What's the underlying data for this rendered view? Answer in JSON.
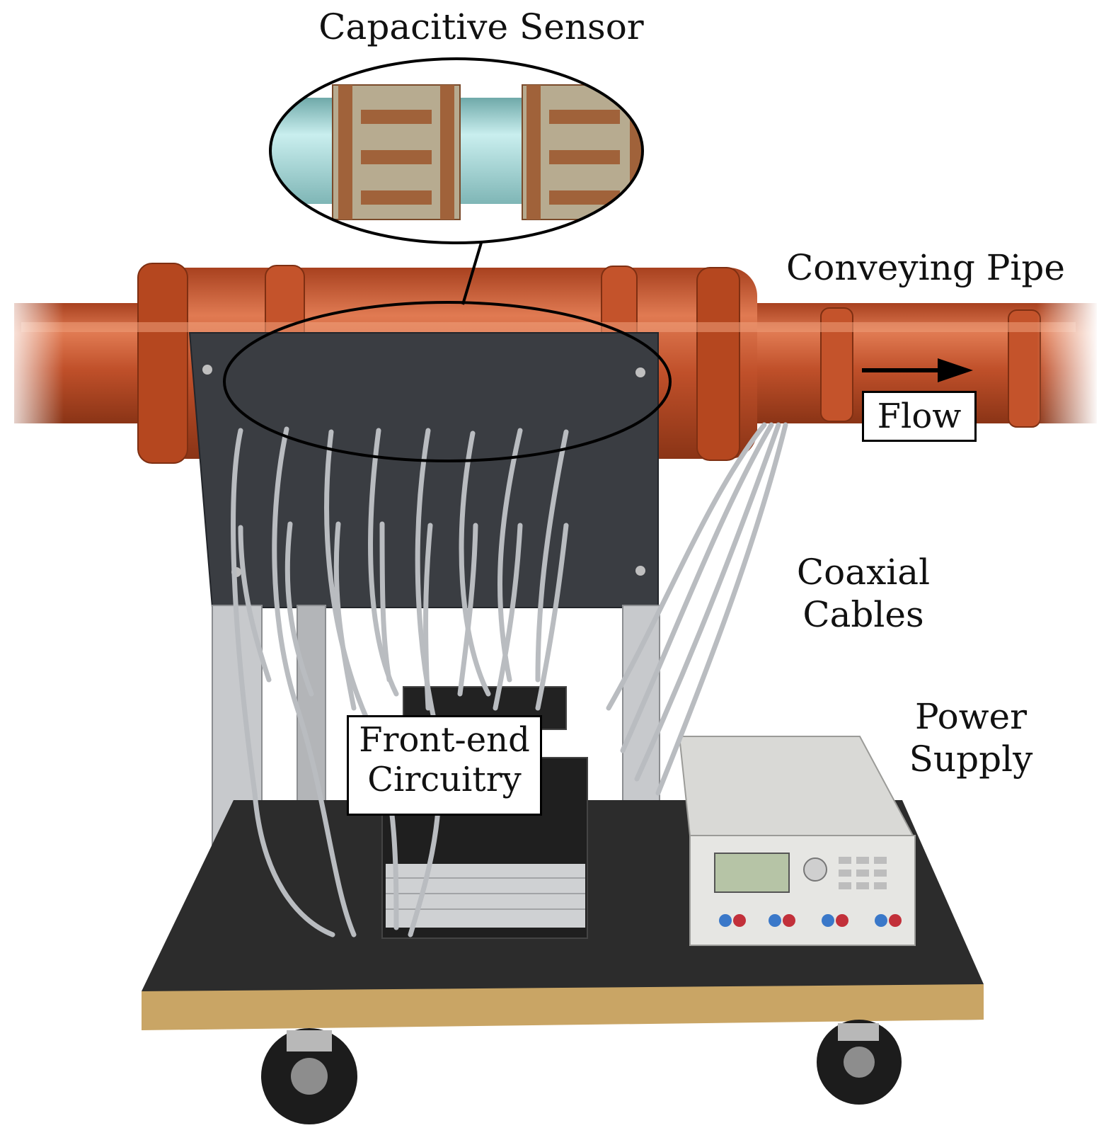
{
  "labels": {
    "capacitive_sensor": "Capacitive Sensor",
    "conveying_pipe": "Conveying Pipe",
    "flow": "Flow",
    "coaxial_cables_line1": "Coaxial",
    "coaxial_cables_line2": "Cables",
    "power_supply_line1": "Power",
    "power_supply_line2": "Supply",
    "front_end_line1": "Front-end",
    "front_end_line2": "Circuitry"
  },
  "colors": {
    "pipe": "#c0502a",
    "pipe_highlight": "#e07a52",
    "panel": "#3a3d42",
    "electrode": "#a0623a",
    "electrode_pad": "#b7ab90",
    "sensor_pipe": "#9ecfcf",
    "cart_top": "#2c2c2c",
    "cart_wood": "#c9a565",
    "cable": "#b9bcc0",
    "psu_body": "#d9d9d6"
  }
}
